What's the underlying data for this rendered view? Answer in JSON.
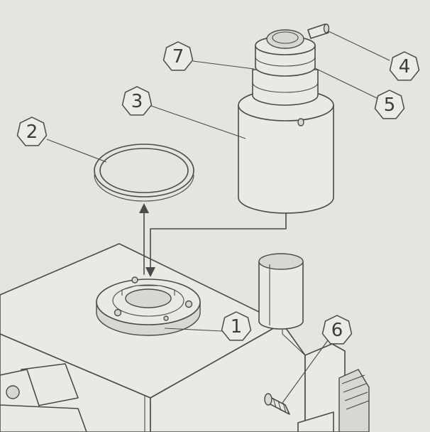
{
  "callouts": [
    {
      "id": "c1",
      "label": "1"
    },
    {
      "id": "c2",
      "label": "2"
    },
    {
      "id": "c3",
      "label": "3"
    },
    {
      "id": "c4",
      "label": "4"
    },
    {
      "id": "c5",
      "label": "5"
    },
    {
      "id": "c6",
      "label": "6"
    },
    {
      "id": "c7",
      "label": "7"
    }
  ],
  "colors": {
    "paper": "#e6e4df",
    "line": "#4a4a4a"
  }
}
